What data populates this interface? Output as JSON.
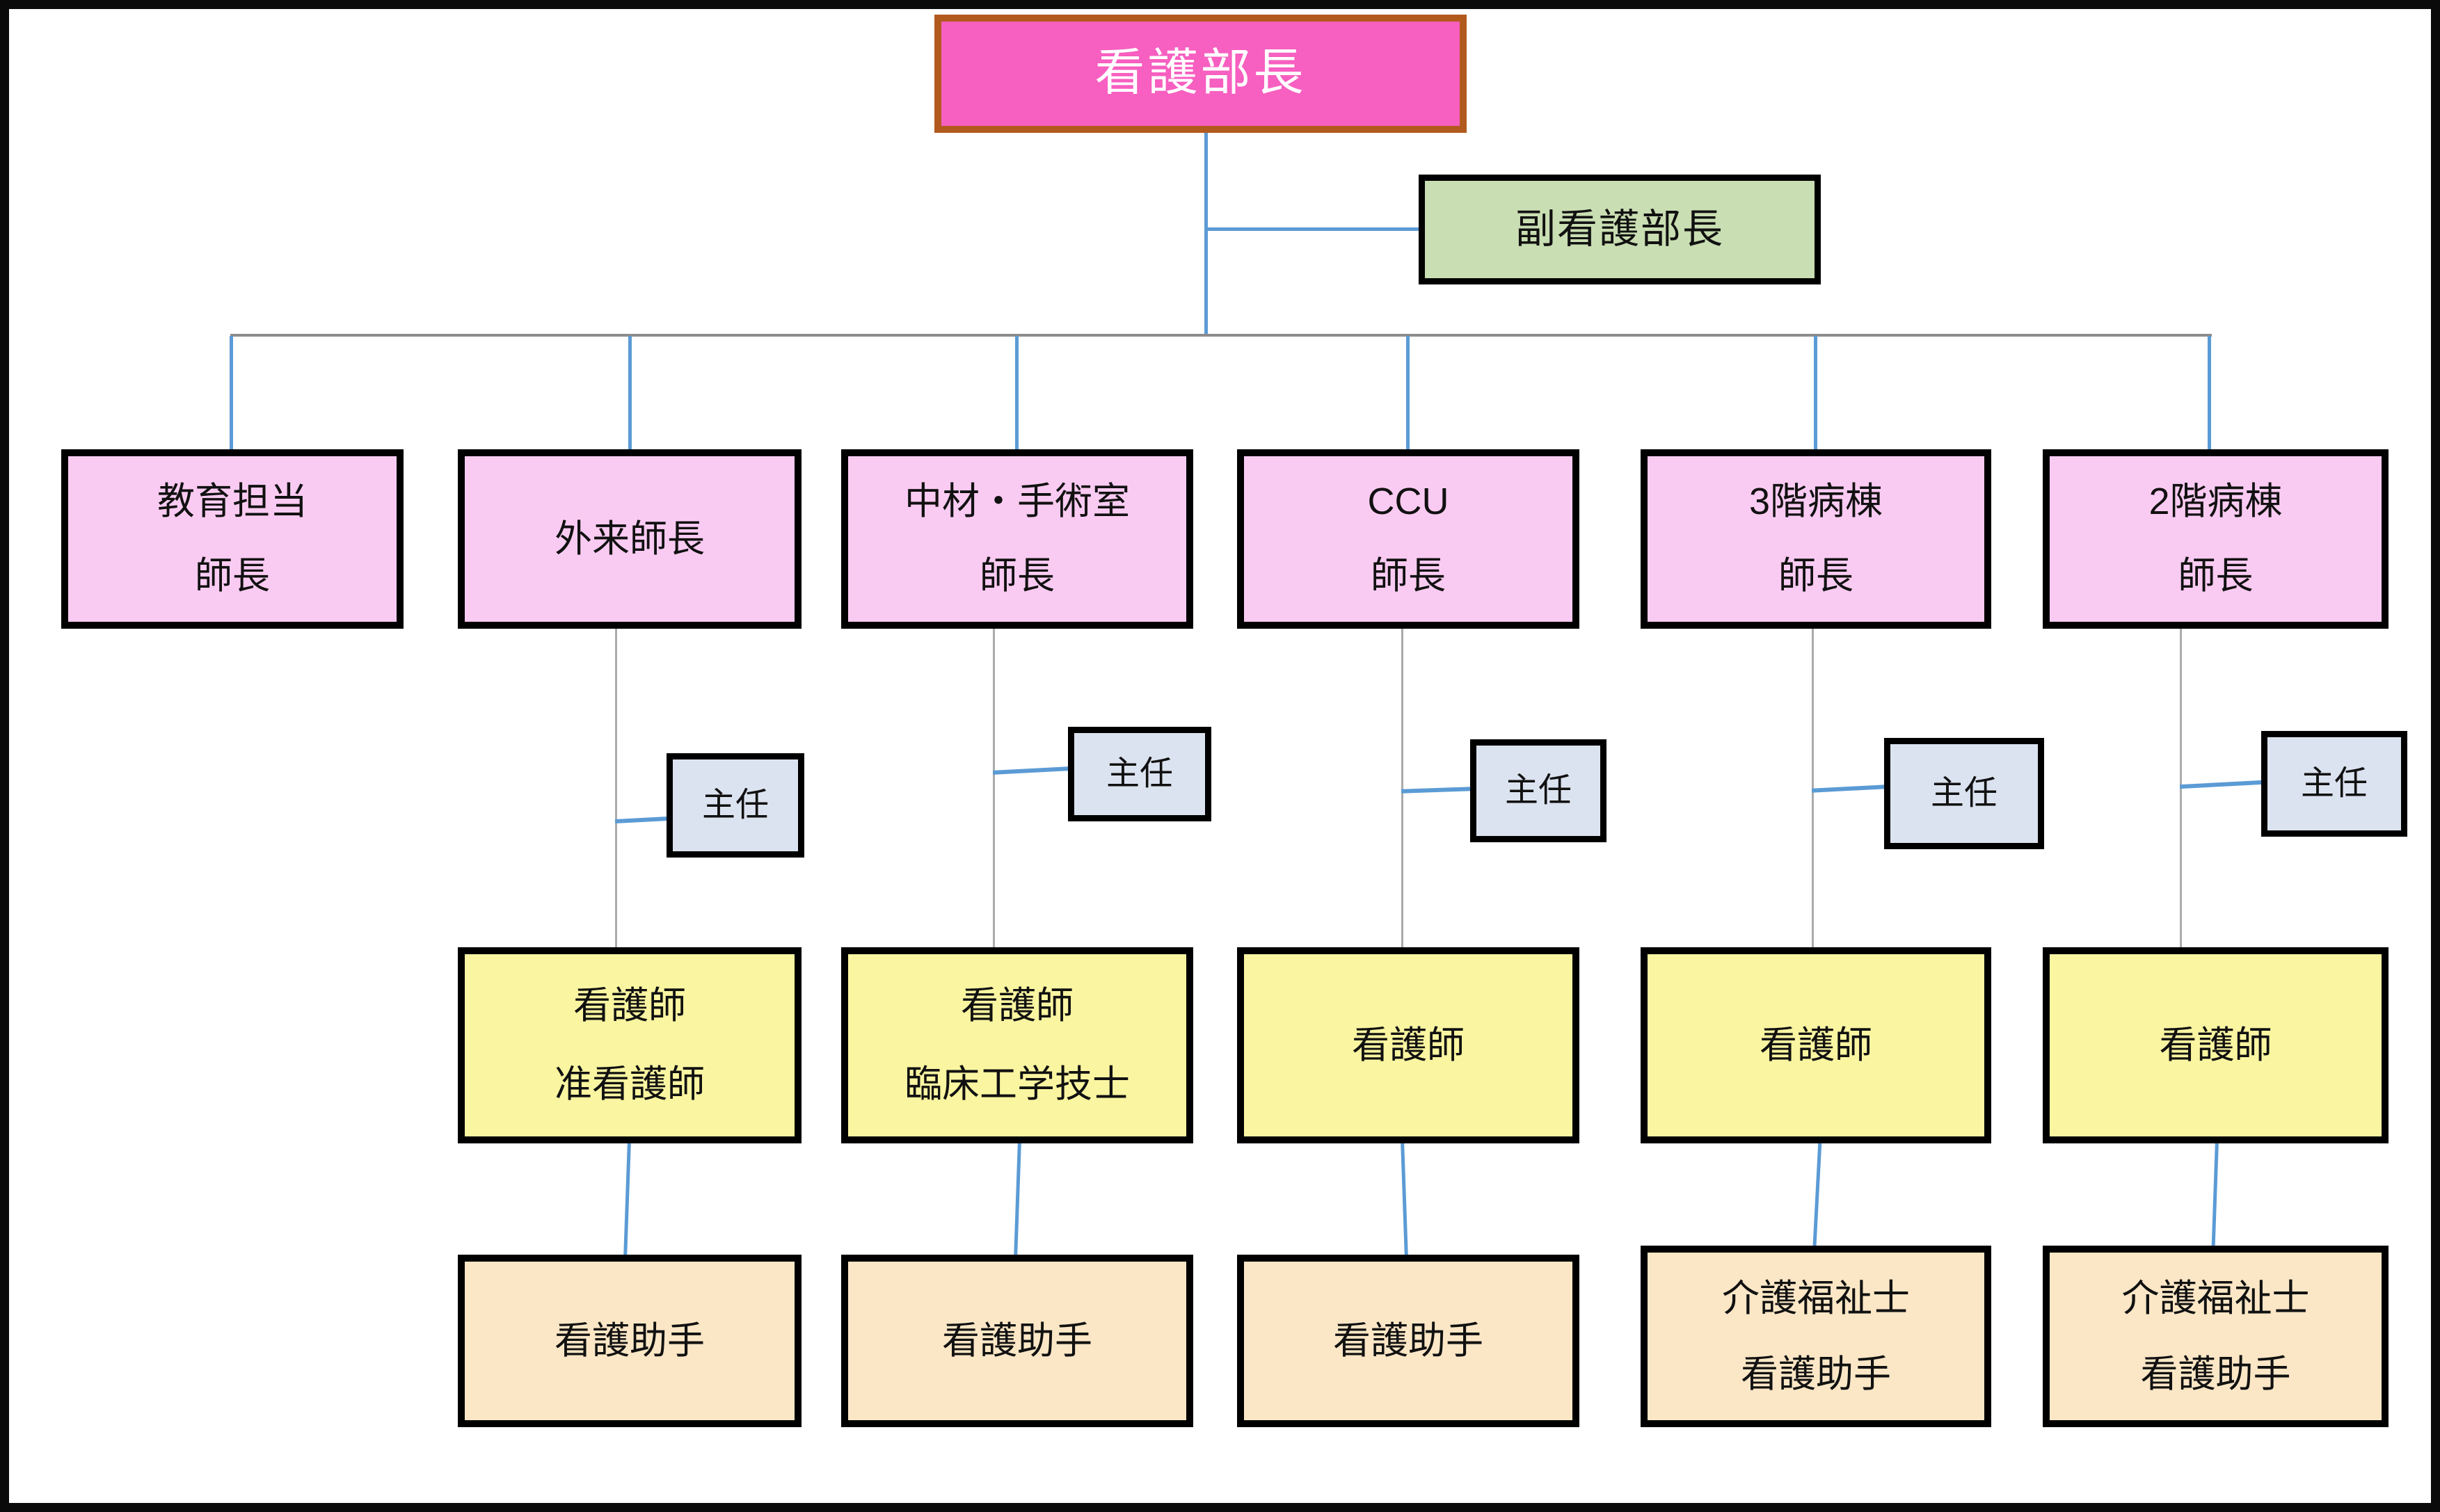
{
  "org": {
    "director": {
      "label": "看護部長"
    },
    "deputy_director": {
      "label": "副看護部長"
    },
    "chief_label": "主任",
    "departments": [
      {
        "id": "education",
        "lines": [
          "教育担当",
          "師長"
        ]
      },
      {
        "id": "outpatient",
        "lines": [
          "外来師長"
        ],
        "chief": "主任",
        "staff": [
          "看護師",
          "准看護師"
        ],
        "assistants": [
          "看護助手"
        ]
      },
      {
        "id": "central-supply-or",
        "lines": [
          "中材・手術室",
          "師長"
        ],
        "chief": "主任",
        "staff": [
          "看護師",
          "臨床工学技士"
        ],
        "assistants": [
          "看護助手"
        ]
      },
      {
        "id": "ccu",
        "lines": [
          "CCU",
          "師長"
        ],
        "chief": "主任",
        "staff": [
          "看護師"
        ],
        "assistants": [
          "看護助手"
        ]
      },
      {
        "id": "ward-3f",
        "lines": [
          "3階病棟",
          "師長"
        ],
        "chief": "主任",
        "staff": [
          "看護師"
        ],
        "assistants": [
          "介護福祉士",
          "看護助手"
        ]
      },
      {
        "id": "ward-2f",
        "lines": [
          "2階病棟",
          "師長"
        ],
        "chief": "主任",
        "staff": [
          "看護師"
        ],
        "assistants": [
          "介護福祉士",
          "看護助手"
        ]
      }
    ]
  },
  "colors": {
    "root_fill": "#F75FC0",
    "root_border": "#B25A1E",
    "deputy_fill": "#C9DEB2",
    "dept_fill": "#FACBF2",
    "chief_fill": "#DCE3F0",
    "staff_fill": "#FAF5A1",
    "assistant_fill": "#FBE7C6",
    "line_blue": "#5B9BD5",
    "line_gray": "#ABABAB",
    "line_gray_dark": "#8C8C8C",
    "box_border": "#000000"
  }
}
